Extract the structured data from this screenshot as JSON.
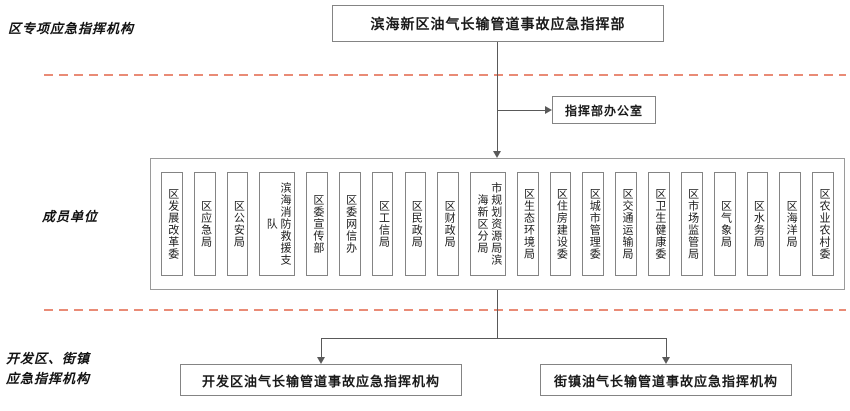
{
  "diagram": {
    "title": "滨海新区油气长输管道事故应急指挥部",
    "office": "指挥部办公室",
    "side_labels": {
      "top": "区专项应急指挥机构",
      "middle": "成员单位",
      "bottom_line1": "开发区、街镇",
      "bottom_line2": "应急指挥机构"
    },
    "member_units": [
      "区发展改革委",
      "区应急局",
      "区公安局",
      "滨海消防救援支队",
      "区委宣传部",
      "区委网信办",
      "区工信局",
      "区民政局",
      "区财政局",
      "市规划资源局滨海新区分局",
      "区生态环境局",
      "区住房建设委",
      "区城市管理委",
      "区交通运输局",
      "区卫生健康委",
      "区市场监管局",
      "区气象局",
      "区水务局",
      "区海洋局",
      "区农业农村委"
    ],
    "bottom_nodes": {
      "dev_zone": "开发区油气长输管道事故应急指挥机构",
      "street_town": "街镇油气长输管道事故应急指挥机构"
    },
    "colors": {
      "dashed_line": "#e98b76",
      "box_border": "#848484",
      "connector": "#595959"
    }
  }
}
